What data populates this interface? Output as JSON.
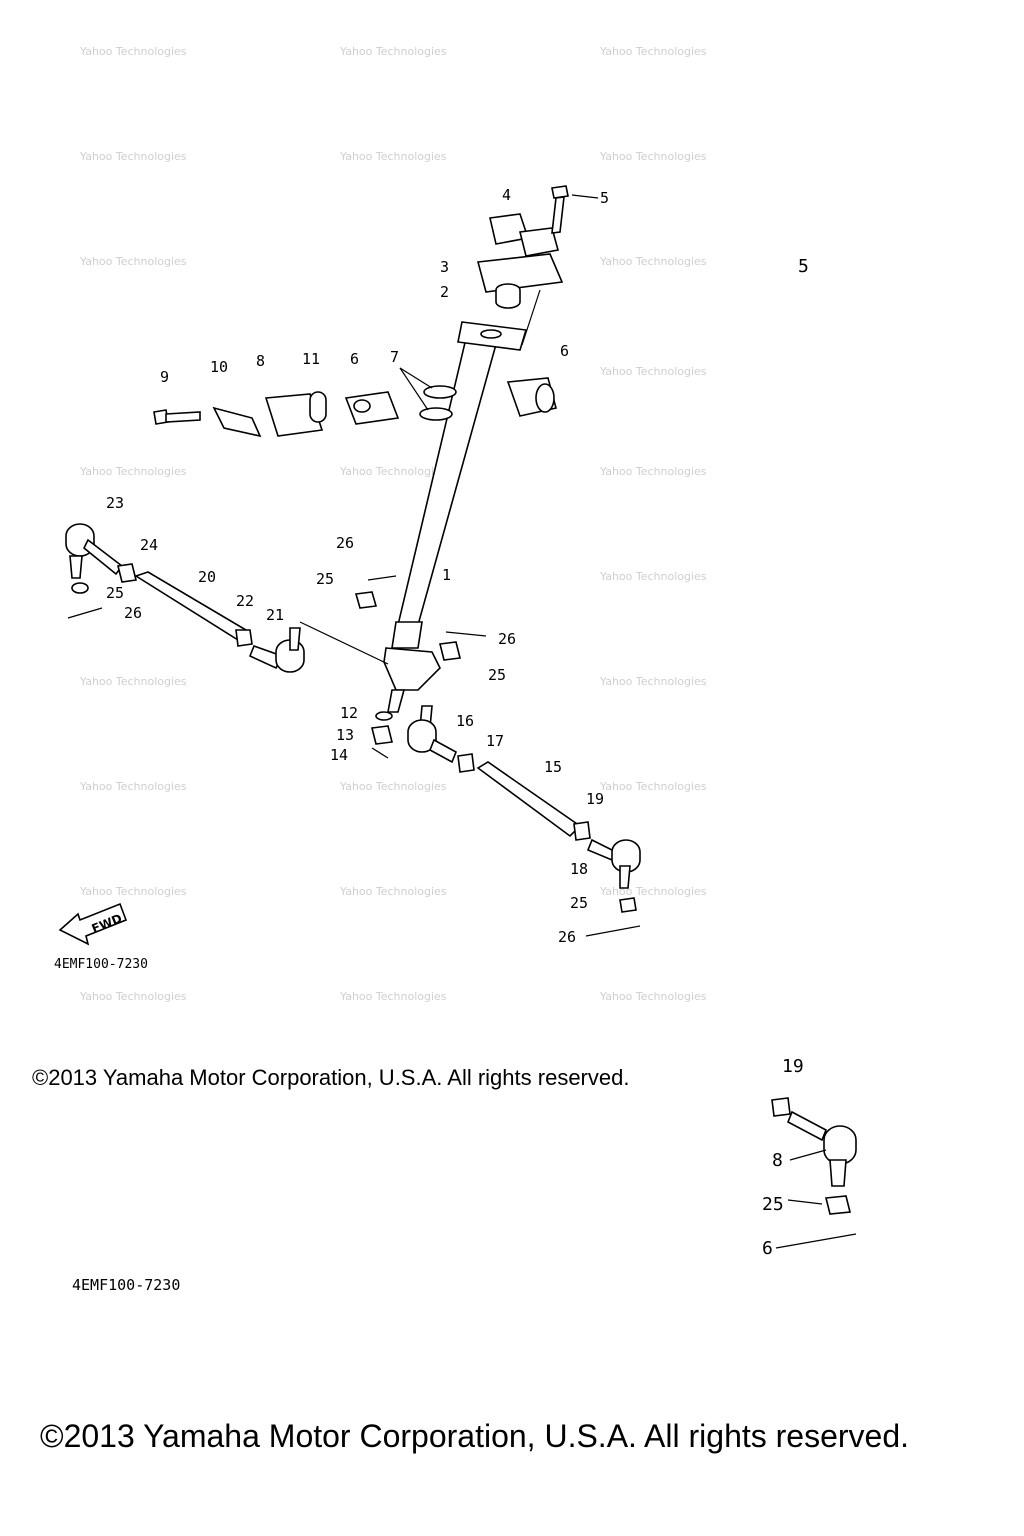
{
  "diagram": {
    "callouts": {
      "c1": "1",
      "c2": "2",
      "c3": "3",
      "c4": "4",
      "c5": "5",
      "c5b": "5",
      "c6a": "6",
      "c6b": "6",
      "c7": "7",
      "c8": "8",
      "c9": "9",
      "c10": "10",
      "c11": "11",
      "c12": "12",
      "c13": "13",
      "c14": "14",
      "c15": "15",
      "c16": "16",
      "c17": "17",
      "c18": "18",
      "c19": "19",
      "c20": "20",
      "c21": "21",
      "c22": "22",
      "c23": "23",
      "c24": "24",
      "c25a": "25",
      "c25b": "25",
      "c25c": "25",
      "c25d": "25",
      "c26a": "26",
      "c26b": "26",
      "c26c": "26",
      "c26d": "26",
      "inset19": "19",
      "inset8": "8",
      "inset25": "25",
      "inset6": "6"
    },
    "fwd_label": "FWD",
    "drawing_code_top": "4EMF100-7230",
    "drawing_code_bottom": "4EMF100-7230",
    "watermark": "Yahoo Technologies"
  },
  "copyright_small": "©2013 Yamaha Motor Corporation, U.S.A. All rights reserved.",
  "copyright_large": "©2013 Yamaha Motor Corporation, U.S.A. All rights reserved."
}
